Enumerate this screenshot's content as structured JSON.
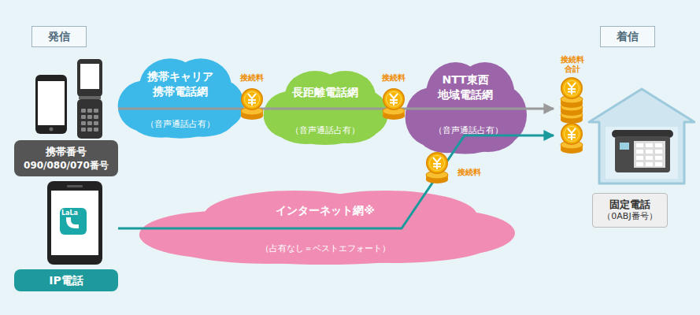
{
  "diagram": {
    "nodes": [
      {
        "text": [
          "発信"
        ]
      },
      {
        "text": [
          "携帯番号",
          "090/080/070番号"
        ]
      },
      {
        "text": [
          "携帯キャリア 携帯電話網",
          "（音声通話占有）"
        ]
      },
      {
        "text": [
          "長距離電話網",
          "（音声通話占有）"
        ]
      },
      {
        "text": [
          "NTT東西 地域電話網",
          "（音声通話占有）"
        ]
      },
      {
        "text": [
          "着信"
        ]
      },
      {
        "text": [
          "固定電話",
          "（0ABJ番号）"
        ]
      },
      {
        "text": [
          "IP電話"
        ]
      },
      {
        "text": [
          "インターネット網※",
          "（占有なし＝ベストエフォート）"
        ]
      }
    ],
    "edges": [
      {
        "from": 1,
        "to": 6,
        "arrow": "to"
      },
      {
        "from": 7,
        "to": 6,
        "arrow": "to"
      }
    ],
    "labels": [
      "接続料",
      "接続料",
      "接続料 合計",
      "LaLa",
      "接続料"
    ]
  }
}
